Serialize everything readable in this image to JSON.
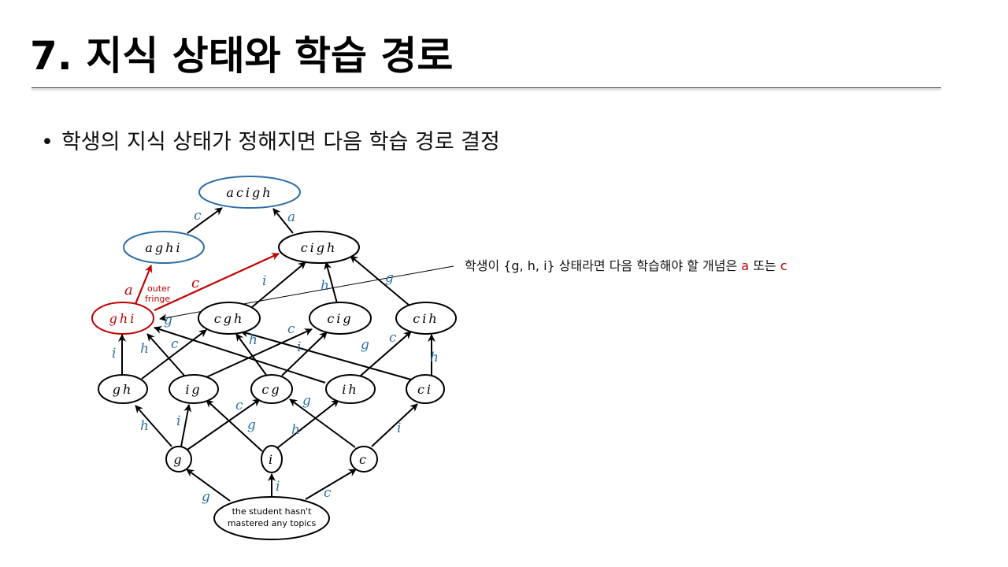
{
  "title": "7. 지식 상태와 학습 경로",
  "bullet": {
    "dot": "•",
    "text": "학생의 지식 상태가 정해지면 다음 학습 경로 결정"
  },
  "note": {
    "prefix": "학생이 {g, h, i} 상태라면 다음 학습해야 할 개념은 ",
    "option1": "a",
    "middle": " 또는 ",
    "option2": "c"
  },
  "colors": {
    "blue": "#2f6fa8",
    "red": "#c00000",
    "black": "#000000"
  },
  "diagram": {
    "nodes": {
      "acigh": "acigh",
      "aghi": "aghi",
      "cigh": "cigh",
      "ghi": "ghi",
      "cgh": "cgh",
      "cig": "cig",
      "cih": "cih",
      "gh": "gh",
      "ig": "ig",
      "cg": "cg",
      "ih": "ih",
      "ci": "ci",
      "g": "g",
      "i": "i",
      "c": "c",
      "start_line1": "the student hasn't",
      "start_line2": "mastered any topics"
    },
    "outer_fringe_line1": "outer",
    "outer_fringe_line2": "fringe",
    "edge_labels": {
      "c": "c",
      "a": "a",
      "i": "i",
      "h": "h",
      "g": "g"
    }
  }
}
